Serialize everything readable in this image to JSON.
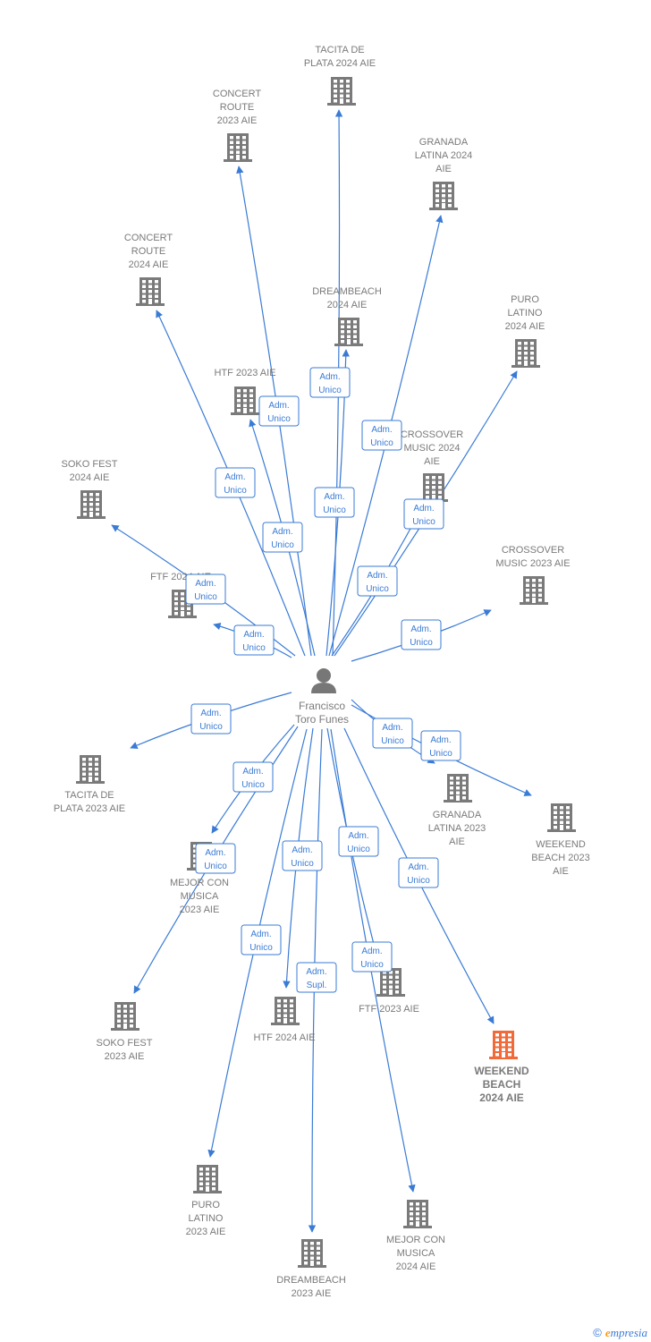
{
  "center": {
    "name_lines": [
      "Francisco",
      "Toro Funes"
    ]
  },
  "colors": {
    "edge": "#3a7bd5",
    "building": "#7a7a7a",
    "highlight": "#f26a3a",
    "person": "#777777"
  },
  "nodes": [
    {
      "id": "tacita2024",
      "lines": [
        "TACITA DE",
        "PLATA 2024  AIE"
      ],
      "label": "Adm.|Unico"
    },
    {
      "id": "concert2023",
      "lines": [
        "CONCERT",
        "ROUTE",
        "2023  AIE"
      ],
      "label": "Adm.|Unico"
    },
    {
      "id": "granada2024",
      "lines": [
        "GRANADA",
        "LATINA 2024",
        "AIE"
      ],
      "label": "Adm.|Unico"
    },
    {
      "id": "concert2024",
      "lines": [
        "CONCERT",
        "ROUTE",
        "2024  AIE"
      ],
      "label": "Adm.|Unico"
    },
    {
      "id": "dreambeach2024",
      "lines": [
        "DREAMBEACH",
        "2024  AIE"
      ],
      "label": "Adm.|Unico"
    },
    {
      "id": "puro2024",
      "lines": [
        "PURO",
        "LATINO",
        "2024  AIE"
      ],
      "label": "Adm.|Unico"
    },
    {
      "id": "htf2023",
      "lines": [
        "HTF 2023  AIE"
      ],
      "label": "Adm.|Unico"
    },
    {
      "id": "crossover2024",
      "lines": [
        "CROSSOVER",
        "MUSIC 2024",
        "AIE"
      ],
      "label": "Adm.|Unico"
    },
    {
      "id": "soko2024",
      "lines": [
        "SOKO FEST",
        "2024  AIE"
      ],
      "label": "Adm.|Unico"
    },
    {
      "id": "crossover2023",
      "lines": [
        "CROSSOVER",
        "MUSIC 2023 AIE"
      ],
      "label": "Adm.|Unico"
    },
    {
      "id": "ftf2024",
      "lines": [
        "FTF 2024  AIE"
      ],
      "label": "Adm.|Unico"
    },
    {
      "id": "tacita2023",
      "lines": [
        "TACITA DE",
        "PLATA 2023  AIE"
      ],
      "label": "Adm.|Unico"
    },
    {
      "id": "granada2023",
      "lines": [
        "GRANADA",
        "LATINA 2023",
        "AIE"
      ],
      "label": "Adm.|Unico"
    },
    {
      "id": "weekend2023",
      "lines": [
        "WEEKEND",
        "BEACH 2023",
        "AIE"
      ],
      "label": "Adm.|Unico"
    },
    {
      "id": "mejor2023",
      "lines": [
        "MEJOR CON",
        "MUSICA",
        "2023  AIE"
      ],
      "label": "Adm.|Unico"
    },
    {
      "id": "soko2023",
      "lines": [
        "SOKO FEST",
        "2023  AIE"
      ],
      "label": "Adm.|Unico"
    },
    {
      "id": "htf2024",
      "lines": [
        "HTF 2024  AIE"
      ],
      "label": "Adm.|Unico"
    },
    {
      "id": "ftf2023",
      "lines": [
        "FTF 2023  AIE"
      ],
      "label": "Adm.|Unico"
    },
    {
      "id": "weekend2024",
      "lines": [
        "WEEKEND",
        "BEACH",
        "2024  AIE"
      ],
      "label": "Adm.|Unico",
      "highlight": true
    },
    {
      "id": "puro2023",
      "lines": [
        "PURO",
        "LATINO",
        "2023  AIE"
      ],
      "label": "Adm.|Unico"
    },
    {
      "id": "dreambeach2023",
      "lines": [
        "DREAMBEACH",
        "2023  AIE"
      ],
      "label": "Adm.|Supl."
    },
    {
      "id": "mejor2024",
      "lines": [
        "MEJOR CON",
        "MUSICA",
        "2024  AIE"
      ],
      "label": "Adm.|Unico"
    }
  ],
  "footer": {
    "copyright": "©",
    "brand_e": "e",
    "brand_rest": "mpresia"
  }
}
